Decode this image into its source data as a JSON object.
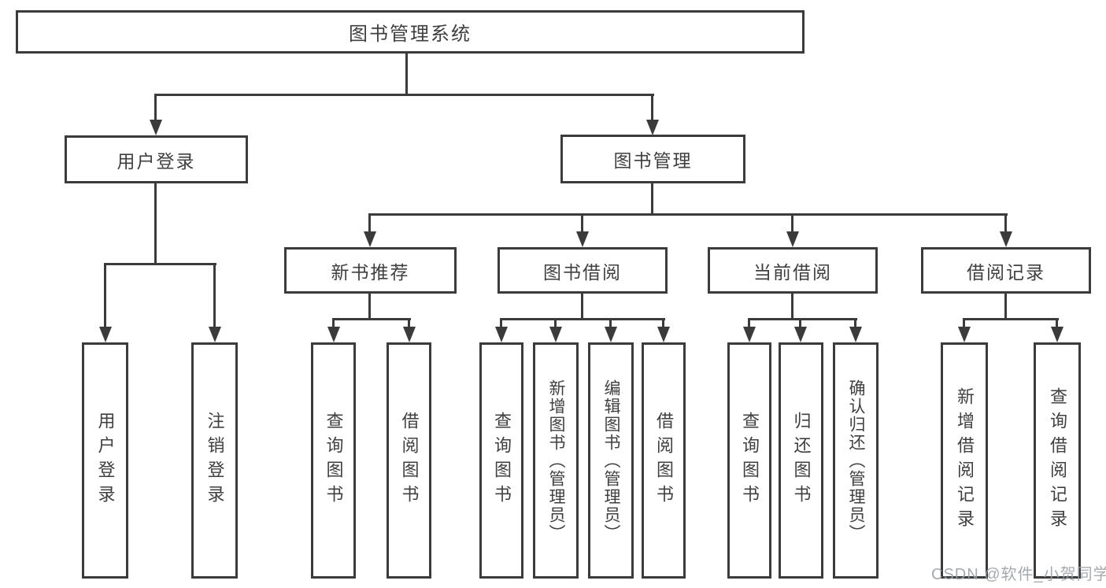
{
  "colors": {
    "line": "#3b3b3b",
    "text": "#3f3f3f",
    "watermark": "#9ba1a9"
  },
  "watermark": "CSDN @软件_小贺同学",
  "tree": {
    "root": {
      "label": "图书管理系统",
      "children": [
        {
          "label": "用户登录",
          "children": [
            {
              "label": "用户登录"
            },
            {
              "label": "注销登录"
            }
          ]
        },
        {
          "label": "图书管理",
          "children": [
            {
              "label": "新书推荐",
              "children": [
                {
                  "label": "查询图书"
                },
                {
                  "label": "借阅图书"
                }
              ]
            },
            {
              "label": "图书借阅",
              "children": [
                {
                  "label": "查询图书"
                },
                {
                  "label": "新增图书（管理员）"
                },
                {
                  "label": "编辑图书（管理员）"
                },
                {
                  "label": "借阅图书"
                }
              ]
            },
            {
              "label": "当前借阅",
              "children": [
                {
                  "label": "查询图书"
                },
                {
                  "label": "归还图书"
                },
                {
                  "label": "确认归还（管理员）"
                }
              ]
            },
            {
              "label": "借阅记录",
              "children": [
                {
                  "label": "新增借阅记录"
                },
                {
                  "label": "查询借阅记录"
                }
              ]
            }
          ]
        }
      ]
    }
  }
}
